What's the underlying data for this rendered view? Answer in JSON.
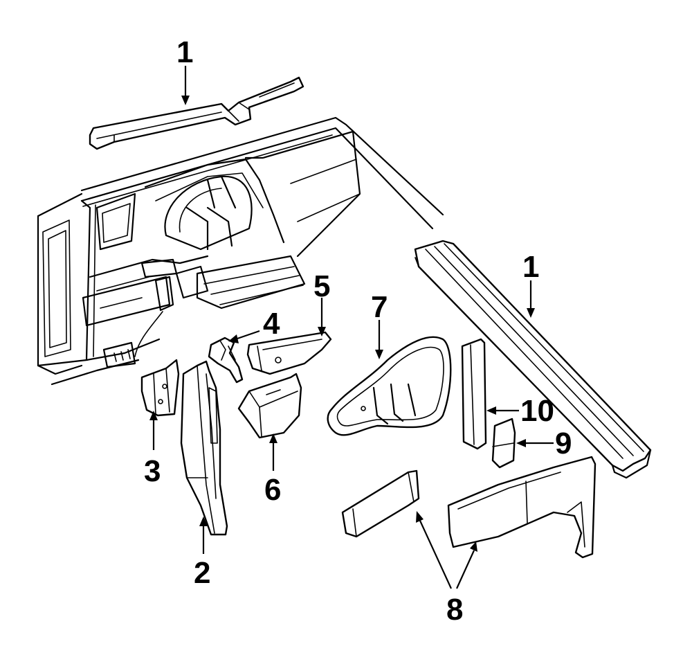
{
  "callouts": {
    "c1_top": "1",
    "c1_right": "1",
    "c2": "2",
    "c3": "3",
    "c4": "4",
    "c5": "5",
    "c6": "6",
    "c7": "7",
    "c8": "8",
    "c9": "9",
    "c10": "10"
  },
  "colors": {
    "line": "#000000",
    "background": "#ffffff"
  }
}
